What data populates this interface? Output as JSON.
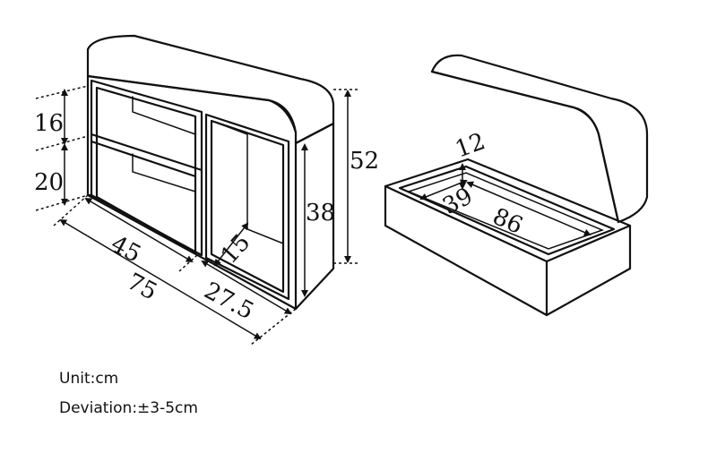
{
  "dimensions": {
    "cabinet_shelf_top_height": "16",
    "cabinet_shelf_bottom_height": "20",
    "cabinet_total_height": "52",
    "cabinet_side_compartment_height": "38",
    "cabinet_left_width": "45",
    "cabinet_total_width": "75",
    "cabinet_side_width": "27.5",
    "cabinet_side_depth": "15",
    "lid_depth": "12",
    "storage_inner_width": "39",
    "storage_inner_length": "86"
  },
  "notes": {
    "unit": "Unit:cm",
    "deviation": "Deviation:±3-5cm"
  }
}
